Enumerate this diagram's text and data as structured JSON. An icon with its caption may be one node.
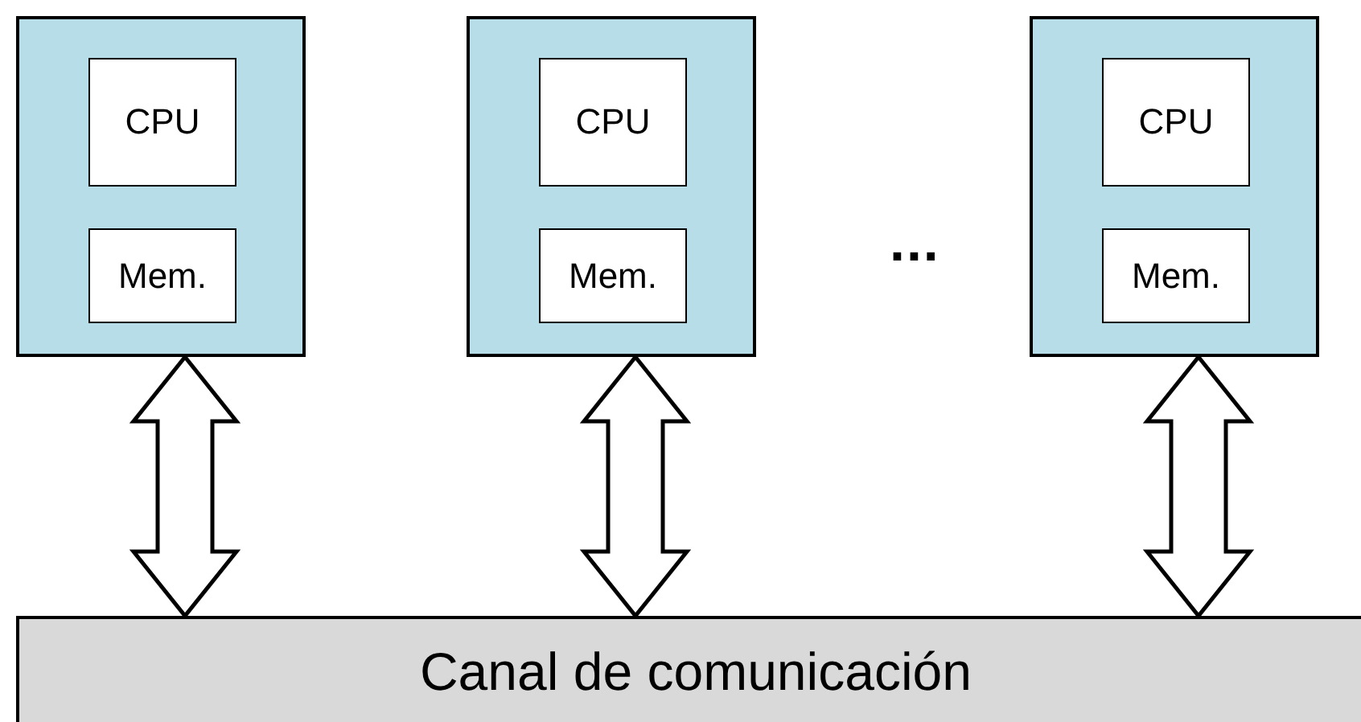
{
  "diagram": {
    "nodes": [
      {
        "text": [],
        "shape": "box"
      },
      {
        "text": [
          "CPU"
        ],
        "in": 0
      },
      {
        "text": [
          "Mem."
        ],
        "in": 0
      },
      {
        "text": [],
        "shape": "box"
      },
      {
        "text": [
          "CPU"
        ],
        "in": 3
      },
      {
        "text": [
          "Mem."
        ],
        "in": 3
      },
      {
        "text": [],
        "shape": "box"
      },
      {
        "text": [
          "CPU"
        ],
        "in": 6
      },
      {
        "text": [
          "Mem."
        ],
        "in": 6
      },
      {
        "text": [
          "Canal de comunicación"
        ]
      }
    ],
    "edges": [
      {
        "from": 0,
        "to": 9,
        "arrow": "both"
      },
      {
        "from": 3,
        "to": 9,
        "arrow": "both"
      },
      {
        "from": 6,
        "to": 9,
        "arrow": "both"
      }
    ],
    "labels": [
      "..."
    ]
  }
}
